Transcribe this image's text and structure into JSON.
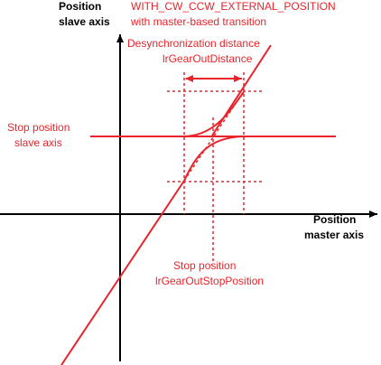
{
  "title": {
    "line1": "WITH_CW_CCW_EXTERNAL_POSITION",
    "line2": "with master-based transition"
  },
  "axes": {
    "y_label_line1": "Position",
    "y_label_line2": "slave axis",
    "x_label_line1": "Position",
    "x_label_line2": "master axis"
  },
  "annotations": {
    "desync_line1": "Desynchronization distance",
    "desync_line2": "lrGearOutDistance",
    "stop_slave_line1": "Stop position",
    "stop_slave_line2": "slave axis",
    "stop_master_line1": "Stop position",
    "stop_master_line2": "lrGearOutStopPosition"
  },
  "colors": {
    "axis": "#000000",
    "curve": "#e8242a"
  }
}
